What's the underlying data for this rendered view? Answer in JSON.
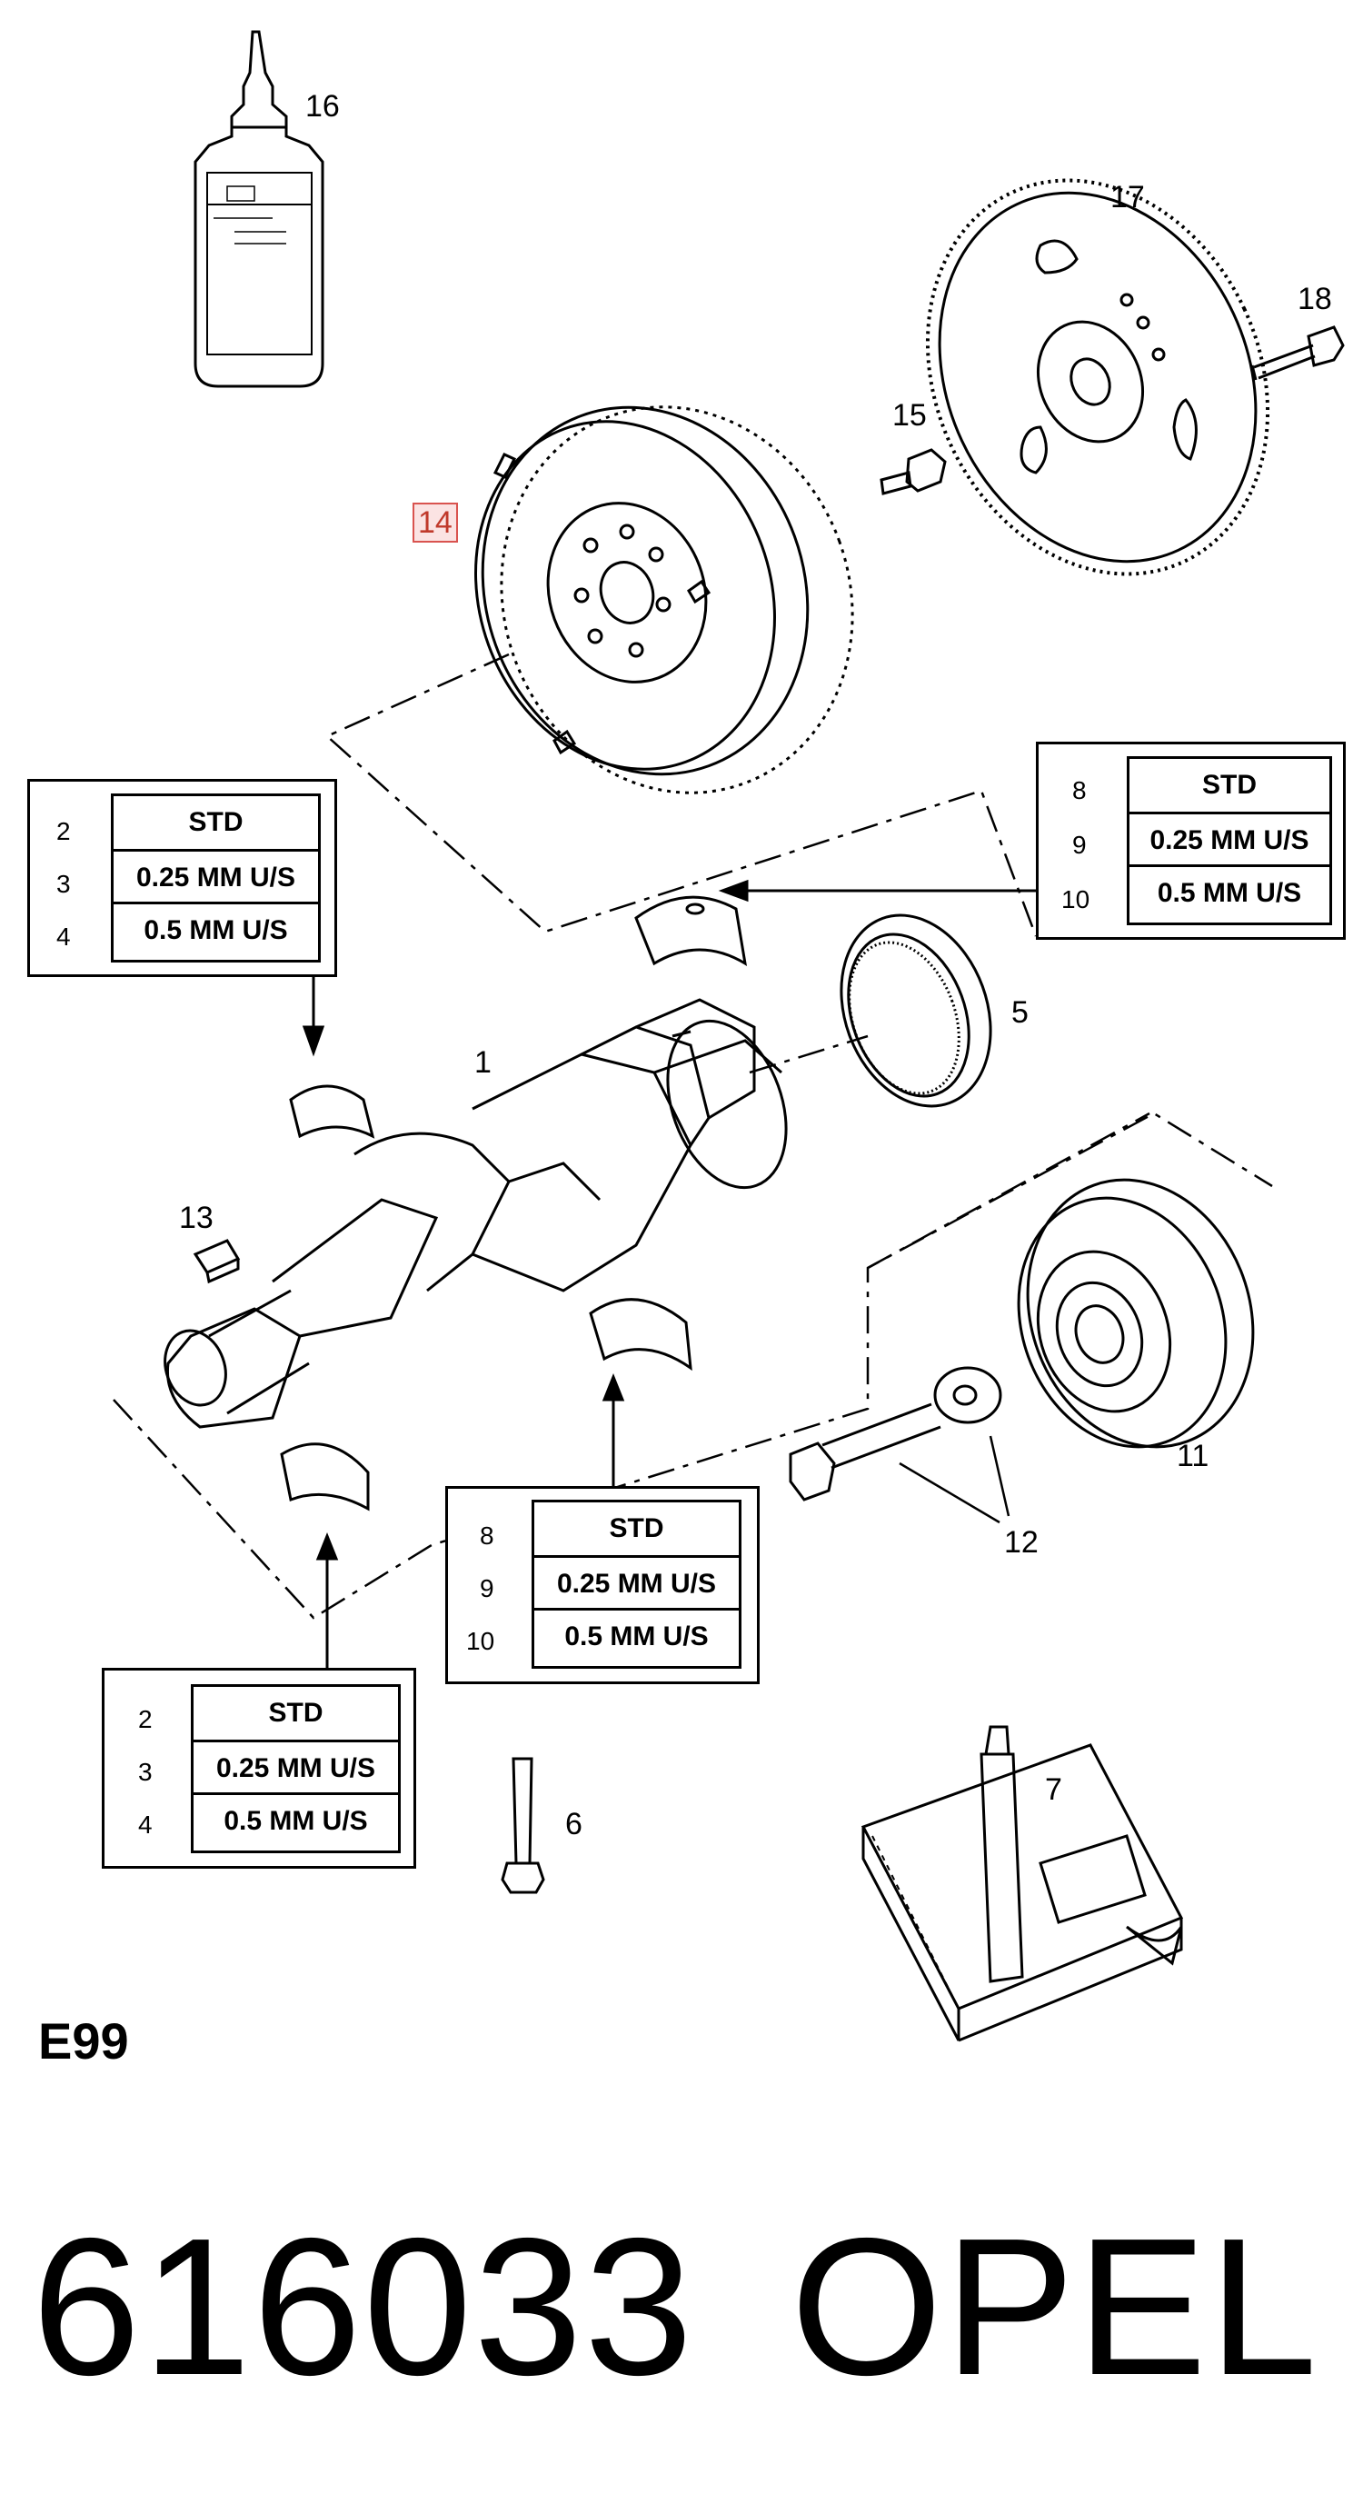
{
  "callouts": {
    "c1": "1",
    "c5": "5",
    "c6": "6",
    "c7": "7",
    "c11": "11",
    "c12": "12",
    "c13": "13",
    "c14": "14",
    "c15": "15",
    "c16": "16",
    "c17": "17",
    "c18": "18"
  },
  "tables": {
    "top_left": {
      "rows": [
        "STD",
        "0.25  MM U/S",
        "0.5  MM U/S"
      ],
      "refs": [
        "2",
        "3",
        "4"
      ]
    },
    "top_right": {
      "rows": [
        "STD",
        "0.25  MM U/S",
        "0.5  MM U/S"
      ],
      "refs": [
        "8",
        "9",
        "10"
      ]
    },
    "mid_center": {
      "rows": [
        "STD",
        "0.25  MM U/S",
        "0.5  MM U/S"
      ],
      "refs": [
        "8",
        "9",
        "10"
      ]
    },
    "bottom_left": {
      "rows": [
        "STD",
        "0.25  MM U/S",
        "0.5  MM U/S"
      ],
      "refs": [
        "2",
        "3",
        "4"
      ]
    }
  },
  "diagram_code": "E99",
  "footer": {
    "part_number": "616033",
    "brand": "OPEL"
  }
}
